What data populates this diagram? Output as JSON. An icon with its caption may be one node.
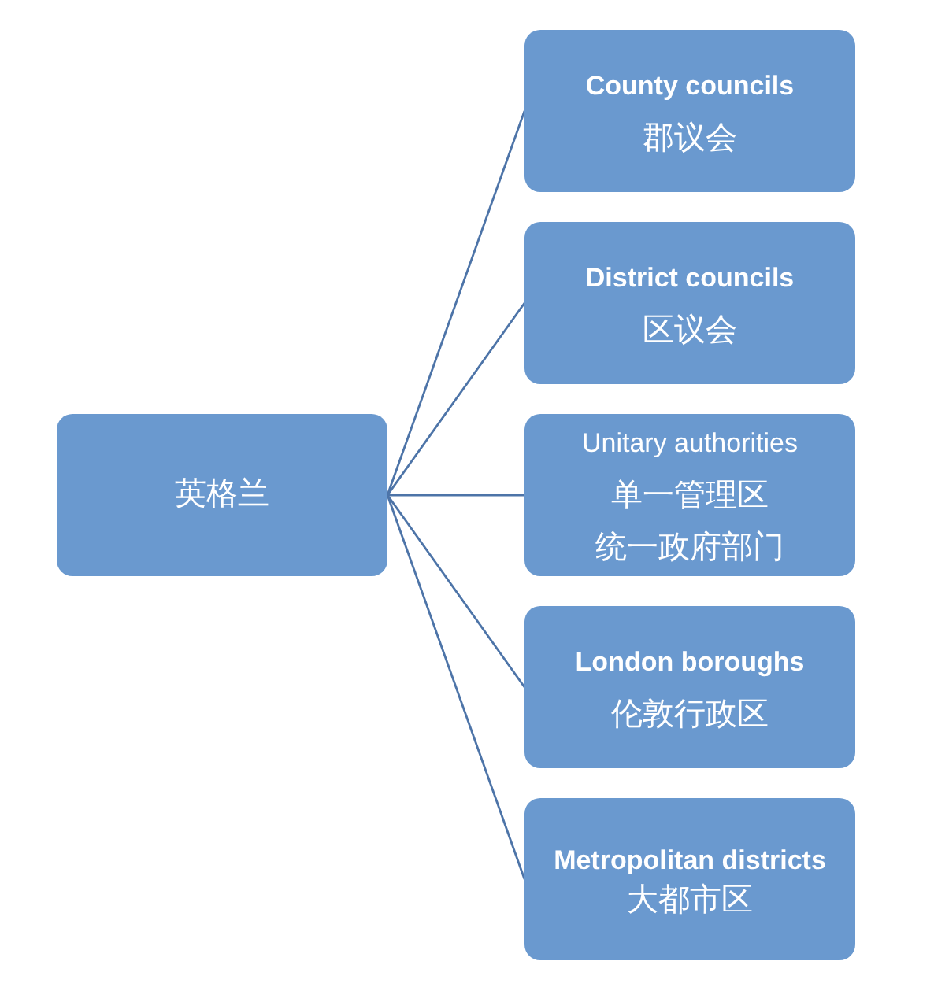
{
  "diagram": {
    "nodes": [
      {
        "text": [
          "英格兰"
        ]
      },
      {
        "text": [
          "County councils",
          "郡议会"
        ]
      },
      {
        "text": [
          "District councils",
          "区议会"
        ]
      },
      {
        "text": [
          "Unitary authorities",
          "单一管理区",
          "统一政府部门"
        ]
      },
      {
        "text": [
          "London boroughs",
          "伦敦行政区"
        ]
      },
      {
        "text": [
          "Metropolitan districts",
          "大都市区"
        ]
      }
    ],
    "edges": [
      {
        "from": 0,
        "to": 1,
        "arrow": "none"
      },
      {
        "from": 0,
        "to": 2,
        "arrow": "none"
      },
      {
        "from": 0,
        "to": 3,
        "arrow": "none"
      },
      {
        "from": 0,
        "to": 4,
        "arrow": "none"
      },
      {
        "from": 0,
        "to": 5,
        "arrow": "none"
      }
    ]
  }
}
